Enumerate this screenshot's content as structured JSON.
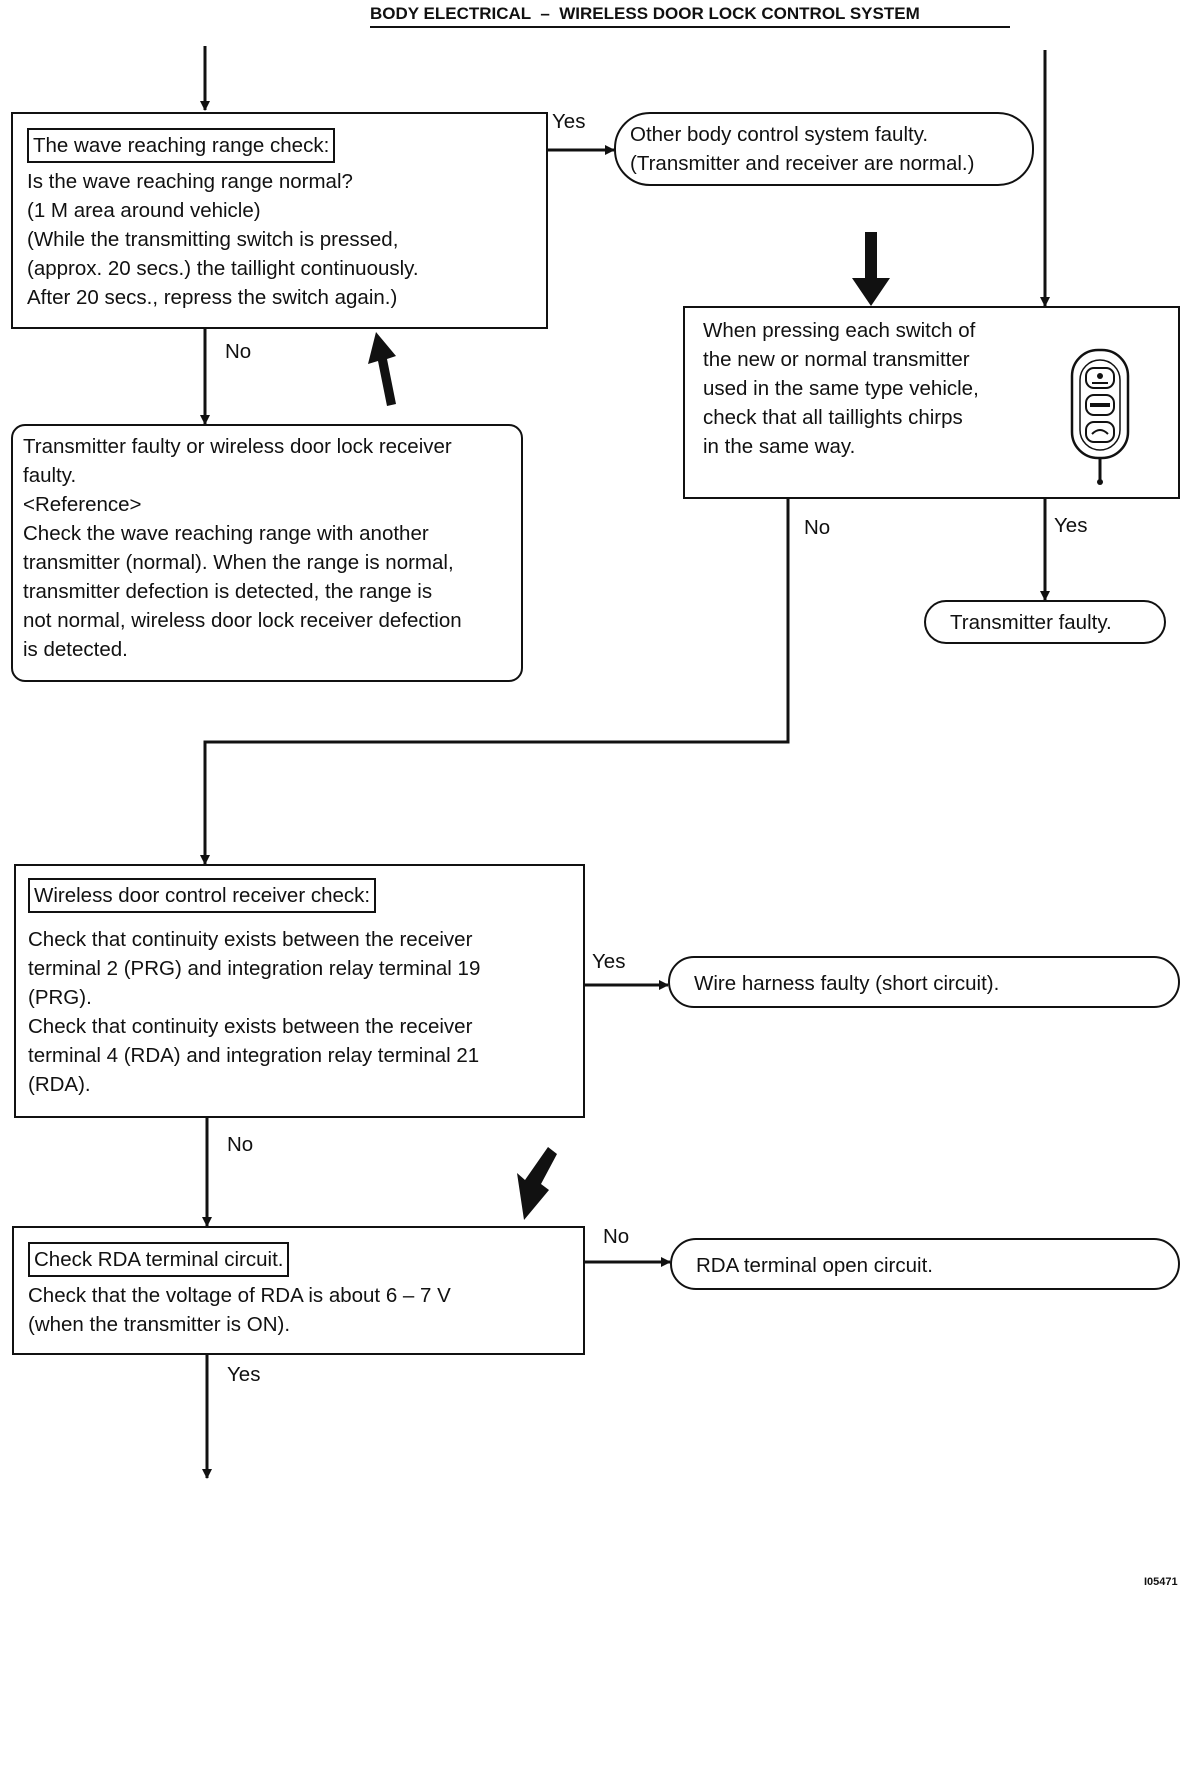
{
  "header": {
    "left": "BODY ELECTRICAL",
    "sep": "–",
    "right": "WIRELESS DOOR LOCK CONTROL SYSTEM"
  },
  "box1": {
    "title": "The wave reaching range check:",
    "lines": [
      "Is the wave reaching range normal?",
      "(1 M area around vehicle)",
      "(While the transmitting switch is pressed,",
      "(approx. 20 secs.) the taillight continuously.",
      "After 20 secs., repress the switch again.)"
    ]
  },
  "other_faulty": {
    "lines": [
      "Other body control system faulty.",
      "(Transmitter and receiver are normal.)"
    ]
  },
  "transmitter_box": {
    "lines": [
      "Transmitter faulty or wireless door lock receiver",
      "faulty.",
      "<Reference>",
      "Check the wave reaching range with another",
      "transmitter (normal). When the range is normal,",
      "transmitter defection is detected, the range is",
      "not normal, wireless door lock receiver defection",
      "is detected."
    ]
  },
  "pressing_box": {
    "lines": [
      "When pressing each switch of",
      "the new or normal transmitter",
      "used in the same type vehicle,",
      "check that all taillights chirps",
      "in the same way."
    ]
  },
  "transmitter_faulty": {
    "text": "Transmitter faulty."
  },
  "receiver_box": {
    "title": "Wireless door control receiver check:",
    "lines": [
      "Check that continuity exists between the receiver",
      "terminal 2 (PRG) and integration relay terminal 19",
      "(PRG).",
      "Check that continuity exists between the receiver",
      "terminal 4 (RDA) and integration relay terminal 21",
      "(RDA)."
    ]
  },
  "wire_harness": {
    "text": "Wire harness faulty (short circuit)."
  },
  "rda_box": {
    "title": "Check RDA terminal circuit.",
    "lines": [
      "Check that the voltage of RDA is about 6 – 7 V",
      "(when the transmitter is ON)."
    ]
  },
  "rda_open": {
    "text": "RDA terminal open circuit."
  },
  "labels": {
    "yes": "Yes",
    "no": "No"
  },
  "figure_code": "I05471"
}
